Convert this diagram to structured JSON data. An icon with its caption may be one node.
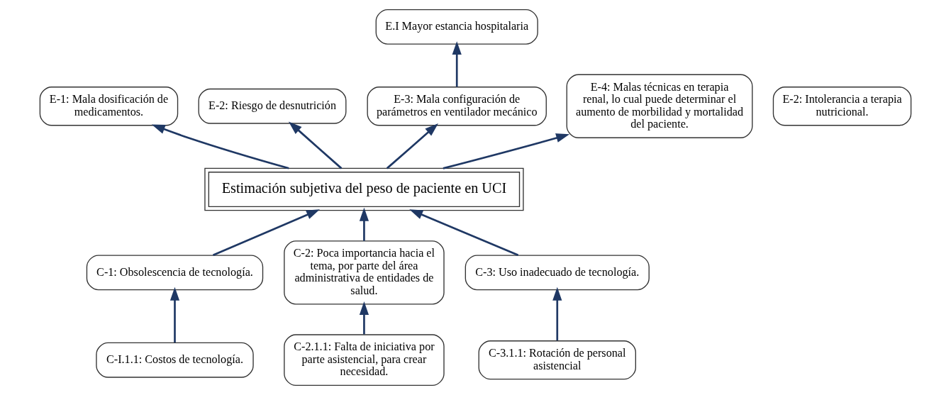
{
  "diagram": {
    "nodes": [
      {
        "text": [
          "E.I Mayor estancia hospitalaria"
        ]
      },
      {
        "text": [
          "E-1: Mala dosificación de medicamentos."
        ]
      },
      {
        "text": [
          "E-2: Riesgo de desnutrición"
        ]
      },
      {
        "text": [
          "E-3: Mala configuración de parámetros en ventilador mecánico"
        ]
      },
      {
        "text": [
          "E-4: Malas técnicas en terapia renal, lo cual puede determinar el aumento de morbilidad y mortalidad del paciente."
        ]
      },
      {
        "text": [
          "E-2: Intolerancia a terapia nutricional."
        ]
      },
      {
        "text": [
          "Estimación subjetiva del peso de paciente en UCI"
        ]
      },
      {
        "text": [
          "C-1: Obsolescencia de tecnología."
        ]
      },
      {
        "text": [
          "C-2: Poca importancia hacia el tema, por parte del área administrativa de entidades de salud."
        ]
      },
      {
        "text": [
          "C-3: Uso inadecuado de tecnología."
        ]
      },
      {
        "text": [
          "C-I.1.1: Costos de tecnología."
        ]
      },
      {
        "text": [
          "C-2.1.1: Falta de iniciativa por parte asistencial, para crear necesidad."
        ]
      },
      {
        "text": [
          "C-3.1.1: Rotación de personal asistencial"
        ]
      }
    ],
    "edges": [
      {
        "from": 3,
        "to": 0,
        "arrow": "to"
      },
      {
        "from": 6,
        "to": 1,
        "arrow": "to"
      },
      {
        "from": 6,
        "to": 2,
        "arrow": "to"
      },
      {
        "from": 6,
        "to": 3,
        "arrow": "to"
      },
      {
        "from": 6,
        "to": 4,
        "arrow": "to"
      },
      {
        "from": 7,
        "to": 6,
        "arrow": "to"
      },
      {
        "from": 8,
        "to": 6,
        "arrow": "to"
      },
      {
        "from": 9,
        "to": 6,
        "arrow": "to"
      },
      {
        "from": 10,
        "to": 7,
        "arrow": "to"
      },
      {
        "from": 11,
        "to": 8,
        "arrow": "to"
      },
      {
        "from": 12,
        "to": 9,
        "arrow": "to"
      }
    ]
  }
}
